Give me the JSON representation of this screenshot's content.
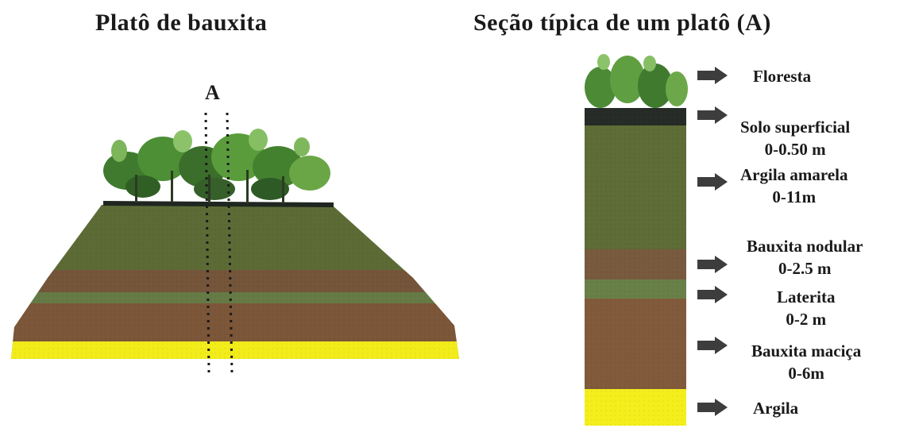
{
  "titles": {
    "plateau": "Platô de bauxita",
    "section": "Seção típica de um platô (A)"
  },
  "section_marker": "A",
  "layers": [
    {
      "id": "floresta",
      "name": "Floresta",
      "thickness": "",
      "color": "#4f8a3b"
    },
    {
      "id": "solo",
      "name": "Solo superficial",
      "thickness": "0-0.50 m",
      "color": "#2a2f2a"
    },
    {
      "id": "argila_amarela",
      "name": "Argila amarela",
      "thickness": "0-11m",
      "color": "#5f6c38"
    },
    {
      "id": "bauxita_nodular",
      "name": "Bauxita nodular",
      "thickness": "0-2.5 m",
      "color": "#7a5a3e"
    },
    {
      "id": "laterita",
      "name": "Laterita",
      "thickness": "0-2 m",
      "color": "#6a8048"
    },
    {
      "id": "bauxita_macica",
      "name": "Bauxita maciça",
      "thickness": "0-6m",
      "color": "#825a3d"
    },
    {
      "id": "argila",
      "name": "Argila",
      "thickness": "",
      "color": "#f4ee1c"
    }
  ]
}
